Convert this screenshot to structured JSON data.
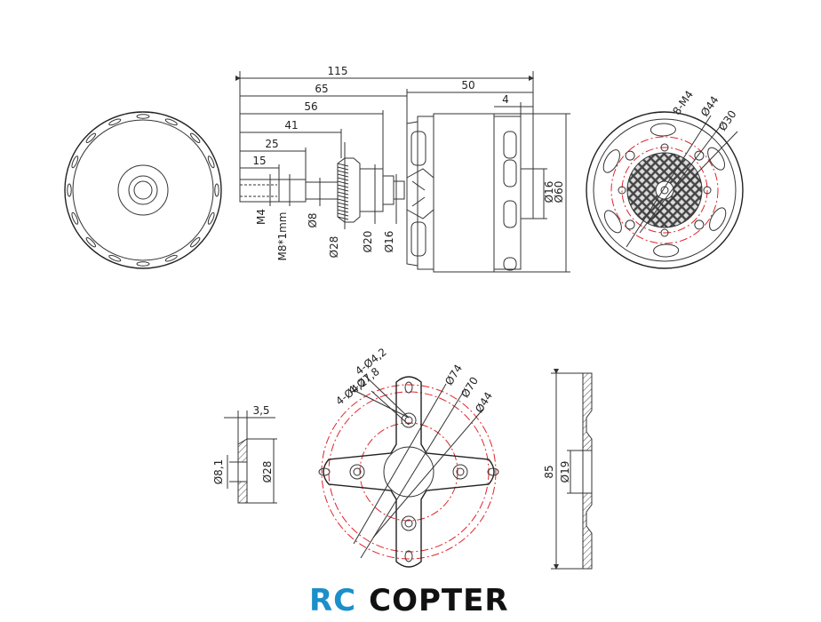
{
  "side_view": {
    "dims": {
      "d115": "115",
      "d65": "65",
      "d56": "56",
      "d50": "50",
      "d41": "41",
      "d25": "25",
      "d15": "15",
      "d4": "4",
      "m4": "M4",
      "m8": "M8*1mm",
      "o8": "Ø8",
      "o28": "Ø28",
      "o20": "Ø20",
      "o16a": "Ø16",
      "o16b": "Ø16",
      "o60": "Ø60"
    }
  },
  "front_view": {
    "dims": {
      "m4x8": "8-M4",
      "o44": "Ø44",
      "o30": "Ø30"
    }
  },
  "mount": {
    "dims": {
      "h1": "4-Ø4,2",
      "h2": "4-Ø7,8",
      "h3": "4-Ø4,2",
      "o74": "Ø74",
      "o70": "Ø70",
      "o44": "Ø44"
    }
  },
  "washer": {
    "dims": {
      "t35": "3,5",
      "o81": "Ø8,1",
      "o28": "Ø28"
    }
  },
  "mount_side": {
    "dims": {
      "h85": "85",
      "o19": "Ø19"
    }
  },
  "logo": {
    "rc": "RC",
    "copter": "COPTER"
  },
  "colors": {
    "accent": "#1a8fc9",
    "center_line": "#e0262b",
    "line": "#333333"
  }
}
